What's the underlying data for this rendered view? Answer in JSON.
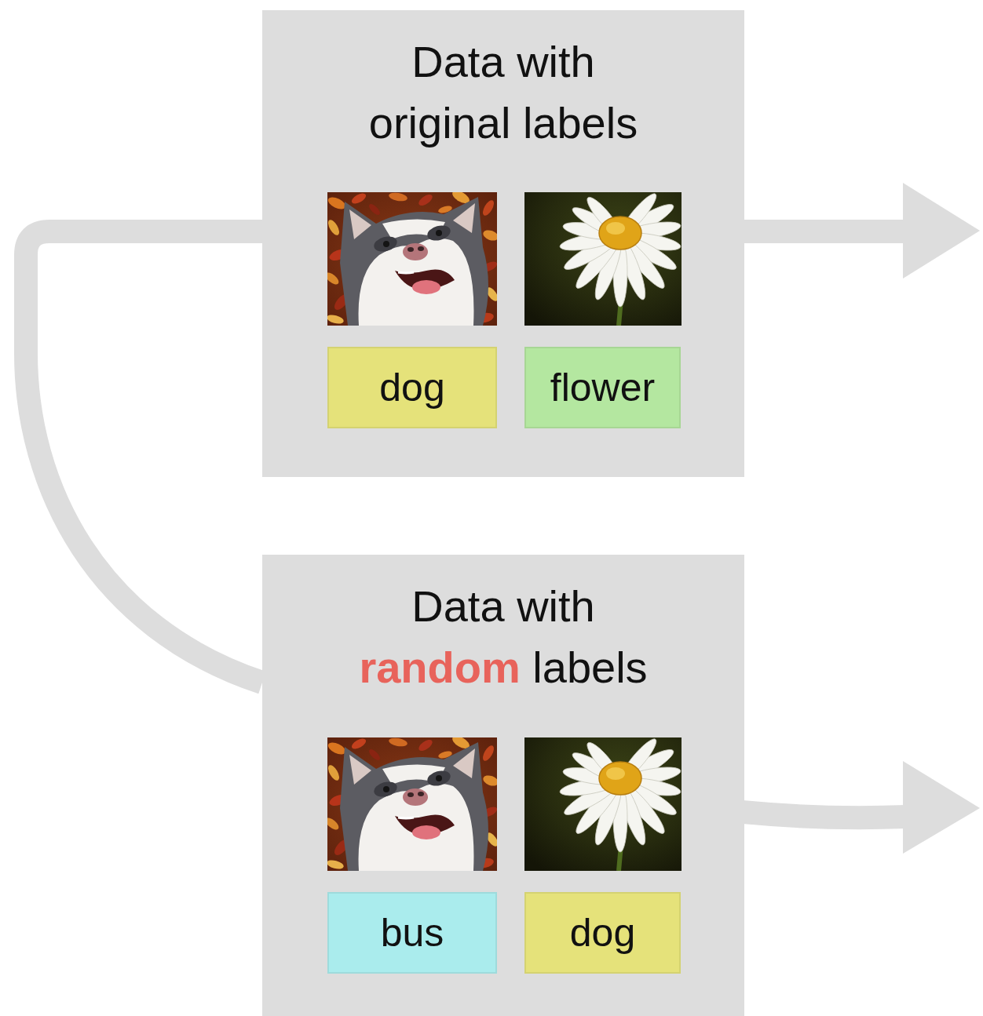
{
  "diagram": {
    "nodes": [
      {
        "text": [
          "Data with original labels"
        ]
      },
      {
        "text": [
          "dog"
        ],
        "in": 0
      },
      {
        "text": [
          "flower"
        ],
        "in": 0
      },
      {
        "text": [
          "Data with random labels"
        ]
      },
      {
        "text": [
          "bus"
        ],
        "in": 3
      },
      {
        "text": [
          "dog"
        ],
        "in": 3
      }
    ],
    "edges": [
      {
        "from": 3,
        "to": 0,
        "arrow": "none"
      }
    ]
  }
}
